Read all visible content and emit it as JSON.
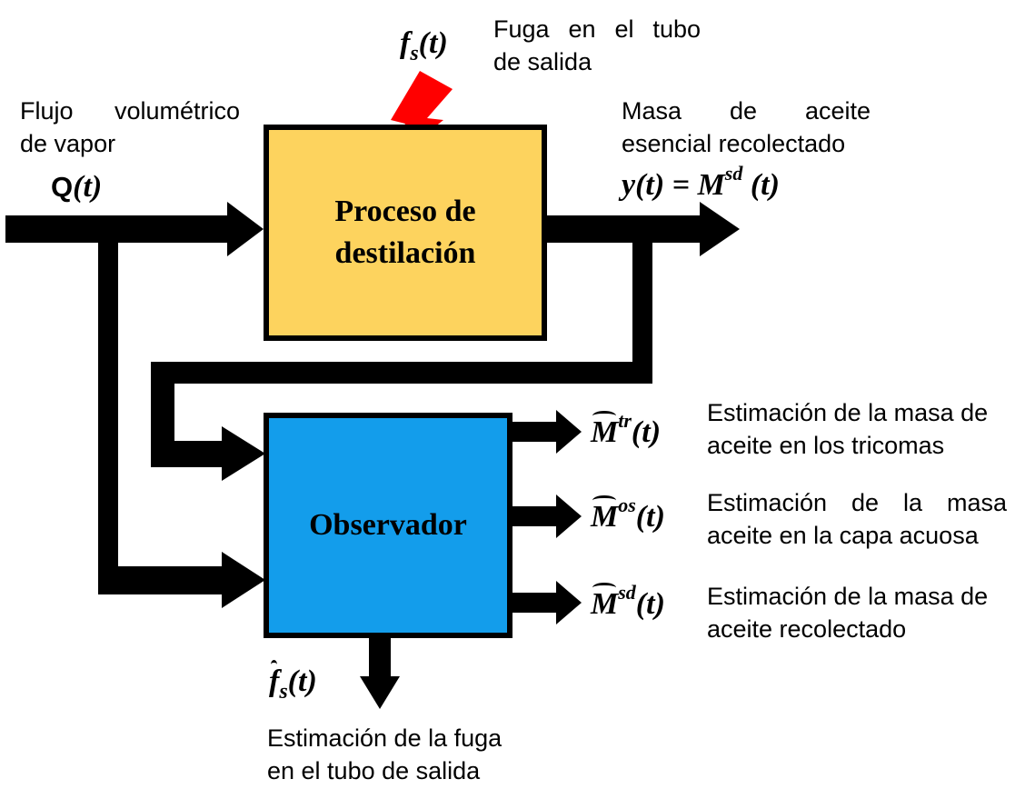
{
  "process_block": {
    "label_line1": "Proceso de",
    "label_line2": "destilación",
    "fill": "#FDD35E"
  },
  "observer_block": {
    "label": "Observador",
    "fill": "#139DEB"
  },
  "fault": {
    "text_line1": "Fuga en el tubo",
    "text_line2": "de salida",
    "symbol_base": "f",
    "symbol_sub": "s",
    "symbol_arg": "(t)",
    "lightning_color": "#FF0000"
  },
  "input": {
    "text_line1": "Flujo volumétrico",
    "text_line2": "de vapor",
    "symbol_base": "Q",
    "symbol_arg": "(t)"
  },
  "output": {
    "text_line1": "Masa de aceite",
    "text_line2": "esencial recolectado",
    "symbol_lhs": "y(t) = ",
    "symbol_base": "M",
    "symbol_sup": "sd",
    "symbol_arg": " (t)"
  },
  "estimates": [
    {
      "symbol_base": "M",
      "symbol_sup": "tr",
      "symbol_arg": "(t)",
      "text_line1": "Estimación de la masa de",
      "text_line2": "aceite en los tricomas"
    },
    {
      "symbol_base": "M",
      "symbol_sup": "os",
      "symbol_arg": "(t)",
      "text_line1": "Estimación de la masa",
      "text_line2": "aceite en la capa acuosa"
    },
    {
      "symbol_base": "M",
      "symbol_sup": "sd",
      "symbol_arg": "(t)",
      "text_line1": "Estimación de la masa de",
      "text_line2": "aceite recolectado"
    }
  ],
  "fault_estimate": {
    "symbol_base": "f",
    "symbol_sub": "s",
    "symbol_arg": "(t)",
    "text_line1": "Estimación de la fuga",
    "text_line2": "en el tubo de salida"
  }
}
